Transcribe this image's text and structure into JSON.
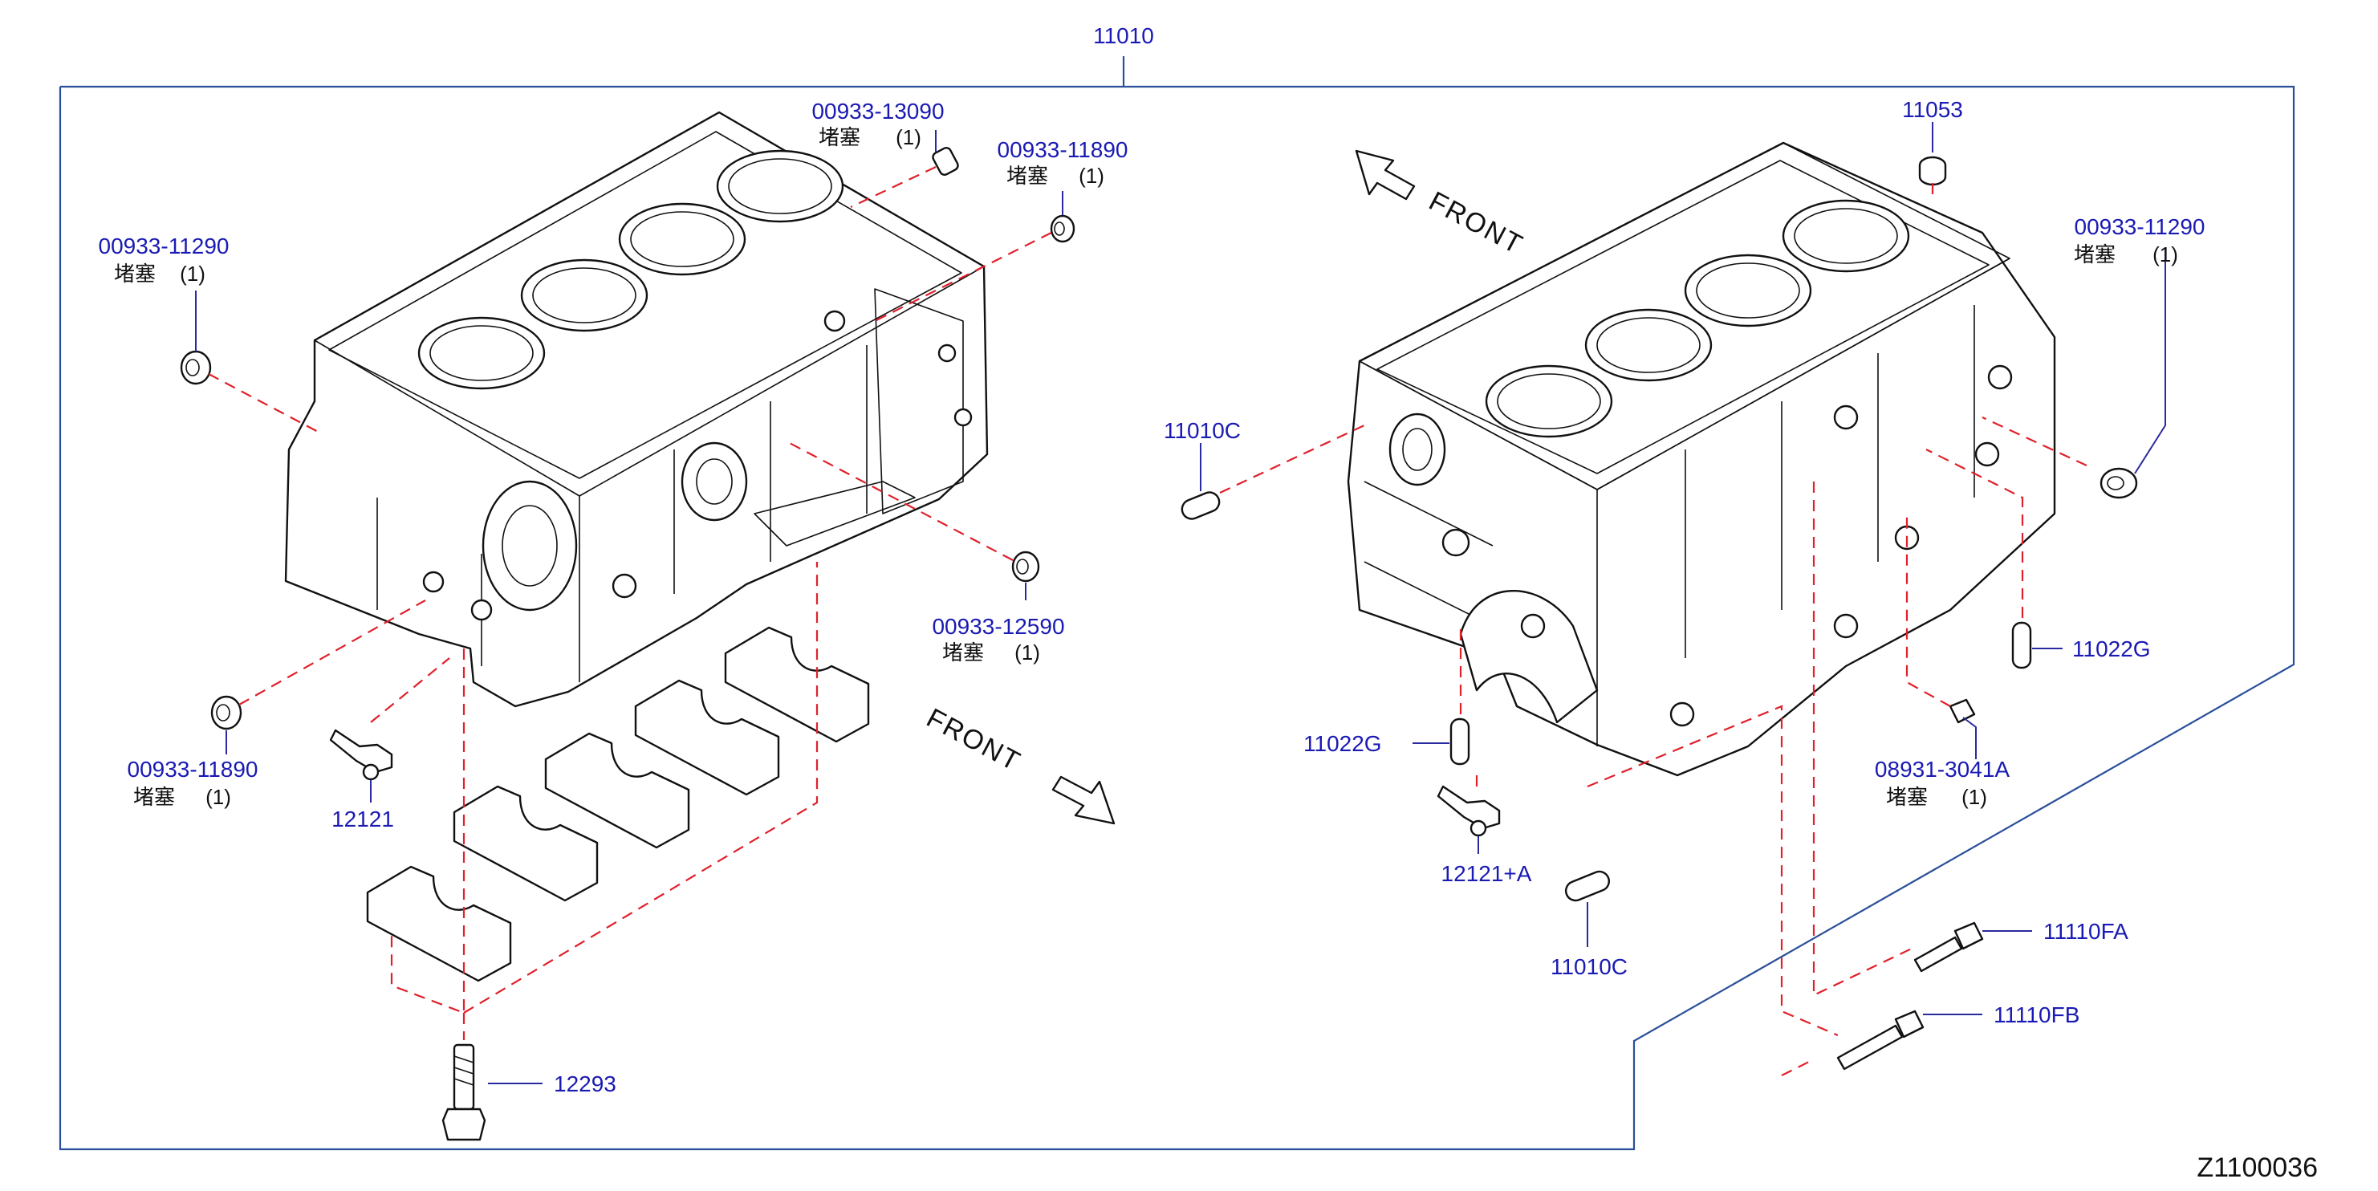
{
  "diagram": {
    "assembly_number": "11010",
    "diagram_id": "Z1100036",
    "front_label": "FRONT",
    "plug_word": "堵塞",
    "qty_one": "(1)"
  },
  "labels": {
    "p_00933_13090": "00933-13090",
    "p_00933_11890_top": "00933-11890",
    "p_00933_11290_left": "00933-11290",
    "p_00933_12590": "00933-12590",
    "p_00933_11890_bottom": "00933-11890",
    "p_12121": "12121",
    "p_12293": "12293",
    "p_11053": "11053",
    "p_00933_11290_right": "00933-11290",
    "p_11010C_top": "11010C",
    "p_11022G_right": "11022G",
    "p_11022G_left": "11022G",
    "p_08931_3041A": "08931-3041A",
    "p_12121A": "12121+A",
    "p_11010C_bottom": "11010C",
    "p_11110FA": "11110FA",
    "p_11110FB": "11110FB"
  },
  "colors": {
    "part_label": "#1a1ab4",
    "border": "#2a4f9a",
    "leader_dash": "#e0202a"
  }
}
